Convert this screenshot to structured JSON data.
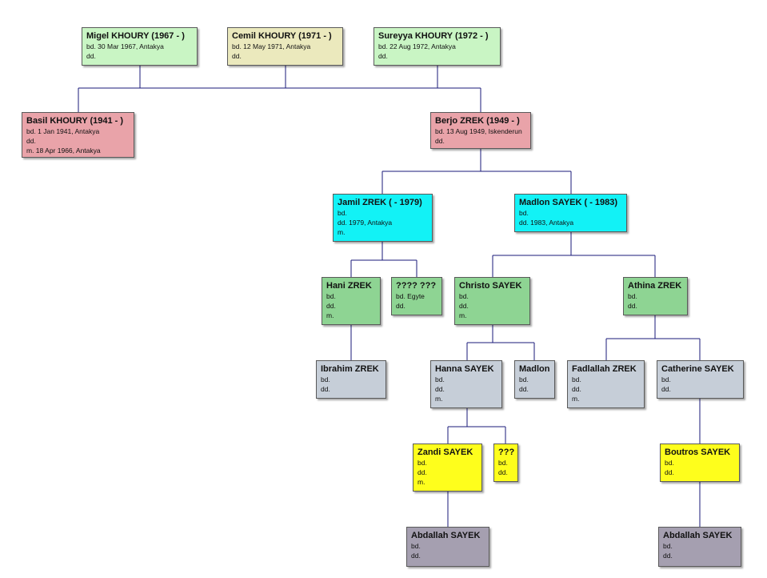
{
  "nodes": {
    "miguel": {
      "name": "Migel KHOURY (1967 - )",
      "lines": [
        "bd. 30 Mar 1967, Antakya",
        "dd."
      ]
    },
    "cemil": {
      "name": "Cemil KHOURY (1971 - )",
      "lines": [
        "bd. 12 May 1971, Antakya",
        "dd."
      ]
    },
    "sureyya": {
      "name": "Sureyya KHOURY (1972 - )",
      "lines": [
        "bd. 22 Aug 1972, Antakya",
        "dd."
      ]
    },
    "basil": {
      "name": "Basil KHOURY (1941 - )",
      "lines": [
        "bd. 1 Jan 1941, Antakya",
        "dd.",
        "m. 18 Apr 1966, Antakya"
      ]
    },
    "berjo": {
      "name": "Berjo ZREK (1949 - )",
      "lines": [
        "bd. 13 Aug 1949, Iskenderun",
        "dd."
      ]
    },
    "jamil": {
      "name": "Jamil ZREK ( - 1979)",
      "lines": [
        "bd.",
        "dd. 1979, Antakya",
        "m."
      ]
    },
    "madlon1": {
      "name": "Madlon SAYEK ( - 1983)",
      "lines": [
        "bd.",
        "dd. 1983, Antakya"
      ]
    },
    "hani": {
      "name": "Hani ZREK",
      "lines": [
        "bd.",
        "dd.",
        "m."
      ]
    },
    "unknown1": {
      "name": "???? ???",
      "lines": [
        "bd. Egyte",
        "dd."
      ]
    },
    "christo": {
      "name": "Christo SAYEK",
      "lines": [
        "bd.",
        "dd.",
        "m."
      ]
    },
    "athina": {
      "name": "Athina ZREK",
      "lines": [
        "bd.",
        "dd."
      ]
    },
    "ibrahim": {
      "name": "Ibrahim ZREK",
      "lines": [
        "bd.",
        "dd."
      ]
    },
    "hanna": {
      "name": "Hanna SAYEK",
      "lines": [
        "bd.",
        "dd.",
        "m."
      ]
    },
    "madlon2": {
      "name": "Madlon",
      "lines": [
        "bd.",
        "dd."
      ]
    },
    "fadlallah": {
      "name": "Fadlallah ZREK",
      "lines": [
        "bd.",
        "dd.",
        "m."
      ]
    },
    "catherine": {
      "name": "Catherine SAYEK",
      "lines": [
        "bd.",
        "dd."
      ]
    },
    "zandi": {
      "name": "Zandi SAYEK",
      "lines": [
        "bd.",
        "dd.",
        "m."
      ]
    },
    "unknown2": {
      "name": "???",
      "lines": [
        "bd.",
        "dd."
      ]
    },
    "boutros": {
      "name": "Boutros SAYEK",
      "lines": [
        "bd.",
        "dd."
      ]
    },
    "abdallah1": {
      "name": "Abdallah SAYEK",
      "lines": [
        "bd.",
        "dd."
      ]
    },
    "abdallah2": {
      "name": "Abdallah SAYEK",
      "lines": [
        "bd.",
        "dd."
      ]
    }
  }
}
